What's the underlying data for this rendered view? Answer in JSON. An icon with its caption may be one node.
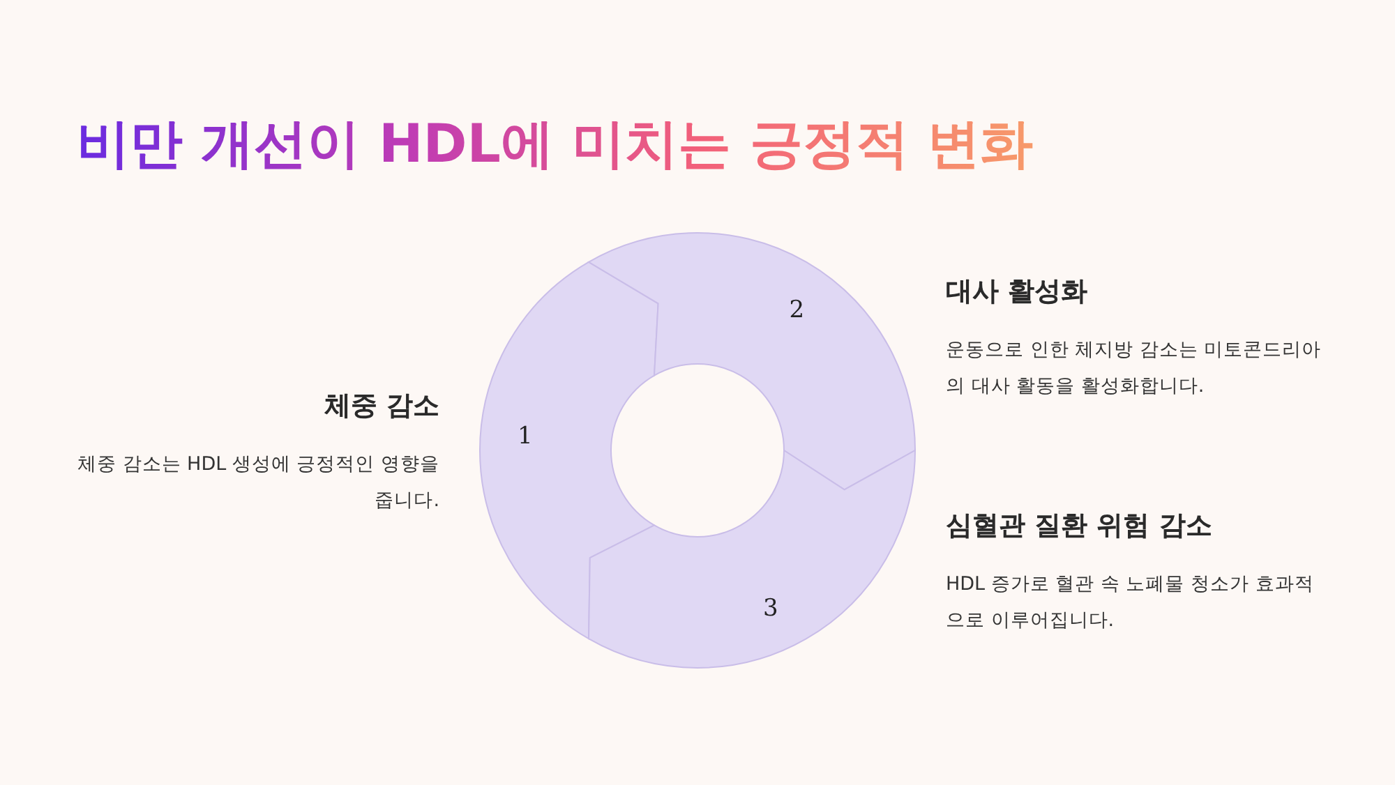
{
  "diagram": {
    "title": "비만 개선이 HDL에 미치는 긍정적 변화",
    "nodes": [
      {
        "text": [
          "1"
        ],
        "beside": [
          "체중 감소",
          "체중 감소는 HDL 생성에 긍정적인 영향을 줍니다."
        ]
      },
      {
        "text": [
          "2"
        ],
        "beside": [
          "대사 활성화",
          "운동으로 인한 체지방 감소는 미토콘드리아의 대사 활동을 활성화합니다."
        ]
      },
      {
        "text": [
          "3"
        ],
        "beside": [
          "심혈관 질환 위험 감소",
          "HDL 증가로 혈관 속 노폐물 청소가 효과적으로 이루어집니다."
        ]
      }
    ]
  }
}
